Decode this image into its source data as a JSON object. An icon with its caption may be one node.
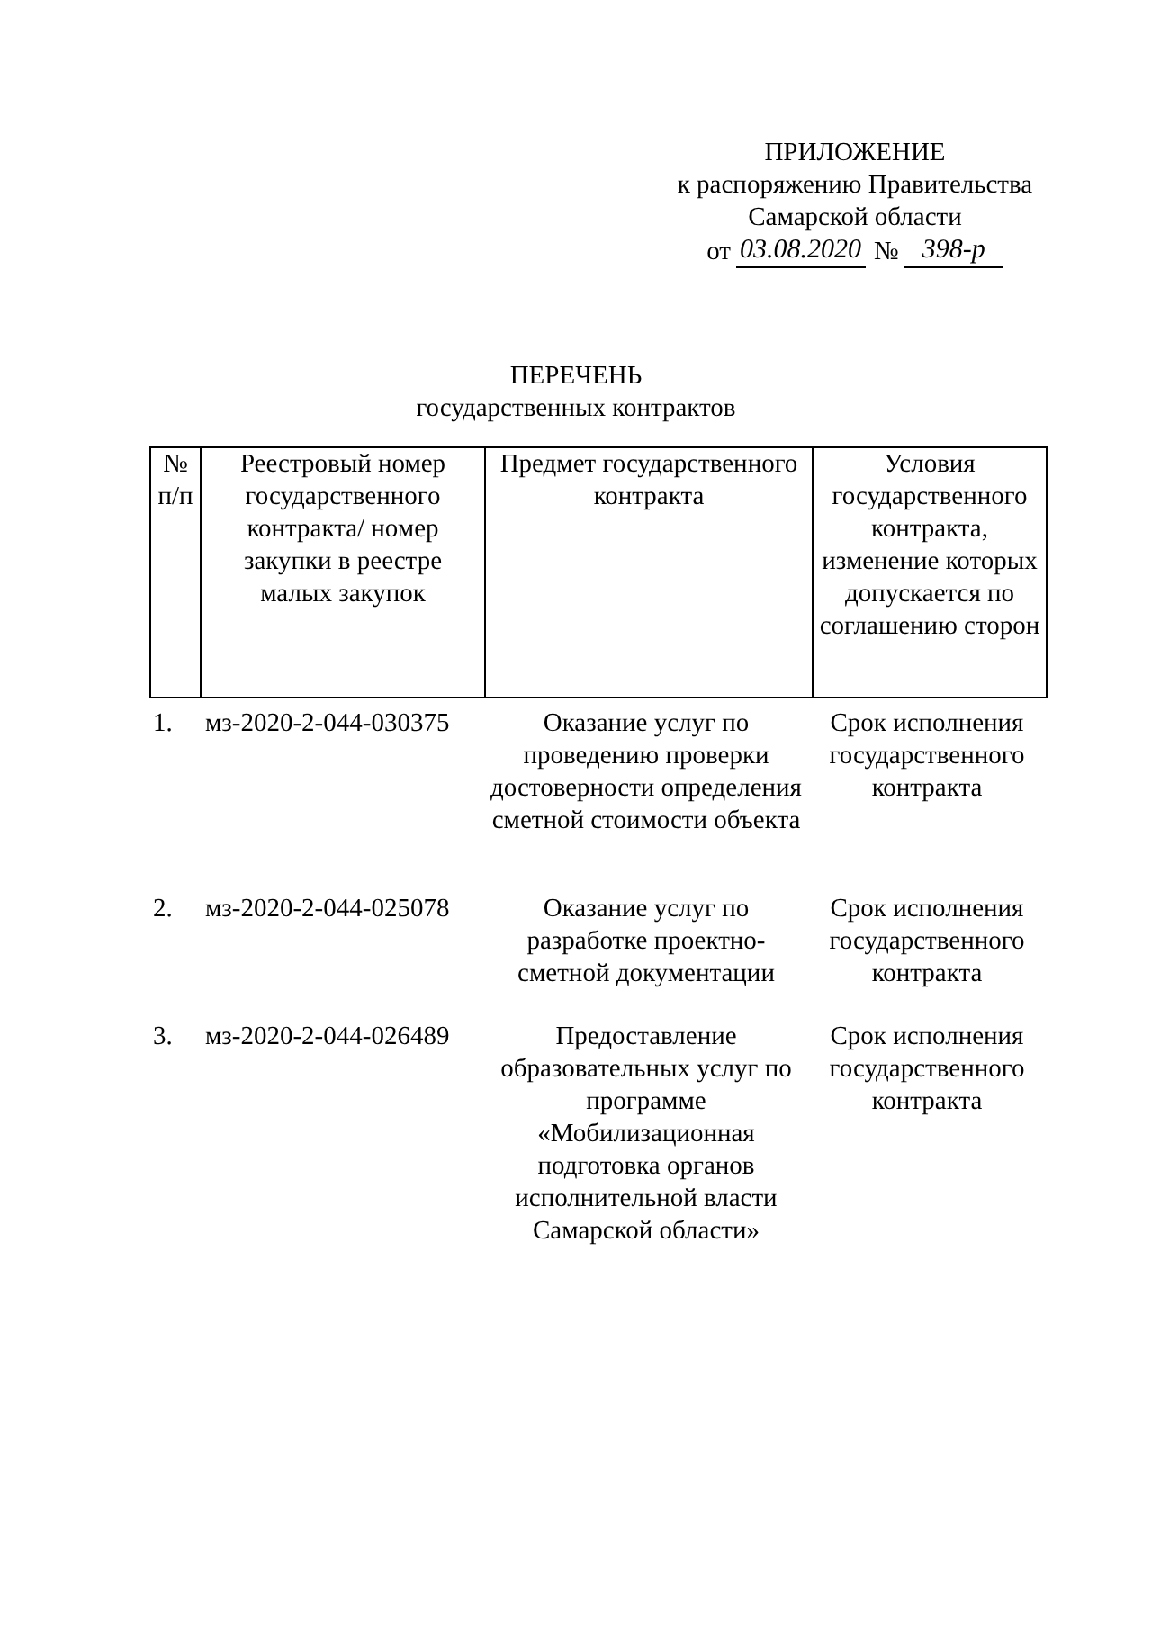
{
  "diagram": {
    "title": "ПЕРЕЧЕНЬ",
    "labels": [
      "ПРИЛОЖЕНИЕ",
      "к распоряжению Правительства Самарской области",
      "от",
      "03.08.2020",
      "№",
      "398-р",
      "государственных контрактов",
      "№ п/п",
      "Реестровый номер государственного контракта/ номер закупки в реестре малых закупок",
      "Предмет государственного контракта",
      "Условия государственного контракта, изменение которых допускается по соглашению сторон",
      "1.",
      "мз-2020-2-044-030375",
      "Оказание услуг по проведению проверки достоверности определения сметной стоимости объекта",
      "Срок исполнения государственного контракта",
      "2.",
      "мз-2020-2-044-025078",
      "Оказание услуг по разработке проектно-сметной документации",
      "Срок исполнения государственного контракта",
      "3.",
      "мз-2020-2-044-026489",
      "Предоставление образовательных услуг по программе «Мобилизационная подготовка органов исполнительной власти Самарской области»",
      "Срок исполнения государственного контракта"
    ]
  }
}
